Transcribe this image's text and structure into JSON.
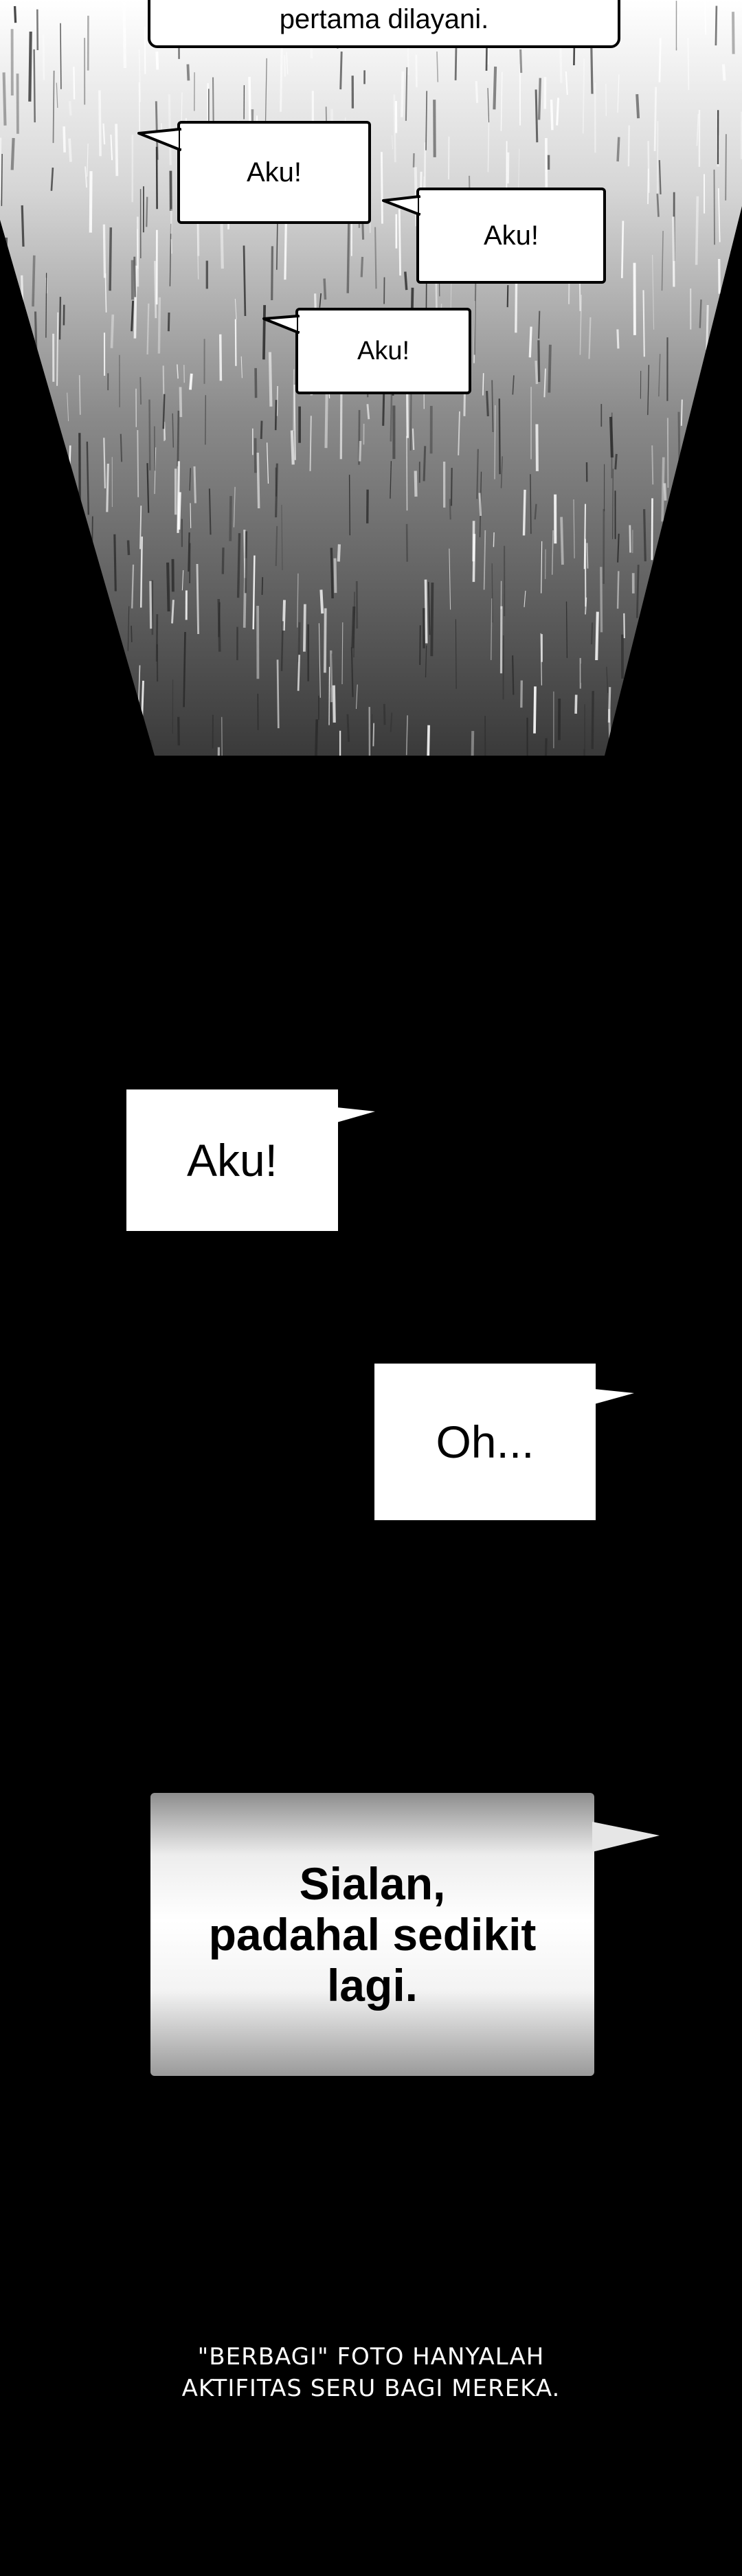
{
  "colors": {
    "background": "#000000",
    "bubble_fill": "#ffffff",
    "bubble_outline": "#000000",
    "caption_text": "#ffffff"
  },
  "top_bubble": {
    "text": "pertama dilayani."
  },
  "crowd_bubbles": [
    {
      "text": "Aku!"
    },
    {
      "text": "Aku!"
    },
    {
      "text": "Aku!"
    }
  ],
  "dialogue": [
    {
      "text": "Aku!"
    },
    {
      "text": "Oh..."
    }
  ],
  "thought_bubble": {
    "lines": [
      "Sialan,",
      "padahal sedikit",
      "lagi."
    ]
  },
  "caption": {
    "lines": [
      "\"BERBAGI\" FOTO HANYALAH",
      "AKTIFITAS SERU BAGI MEREKA."
    ]
  }
}
